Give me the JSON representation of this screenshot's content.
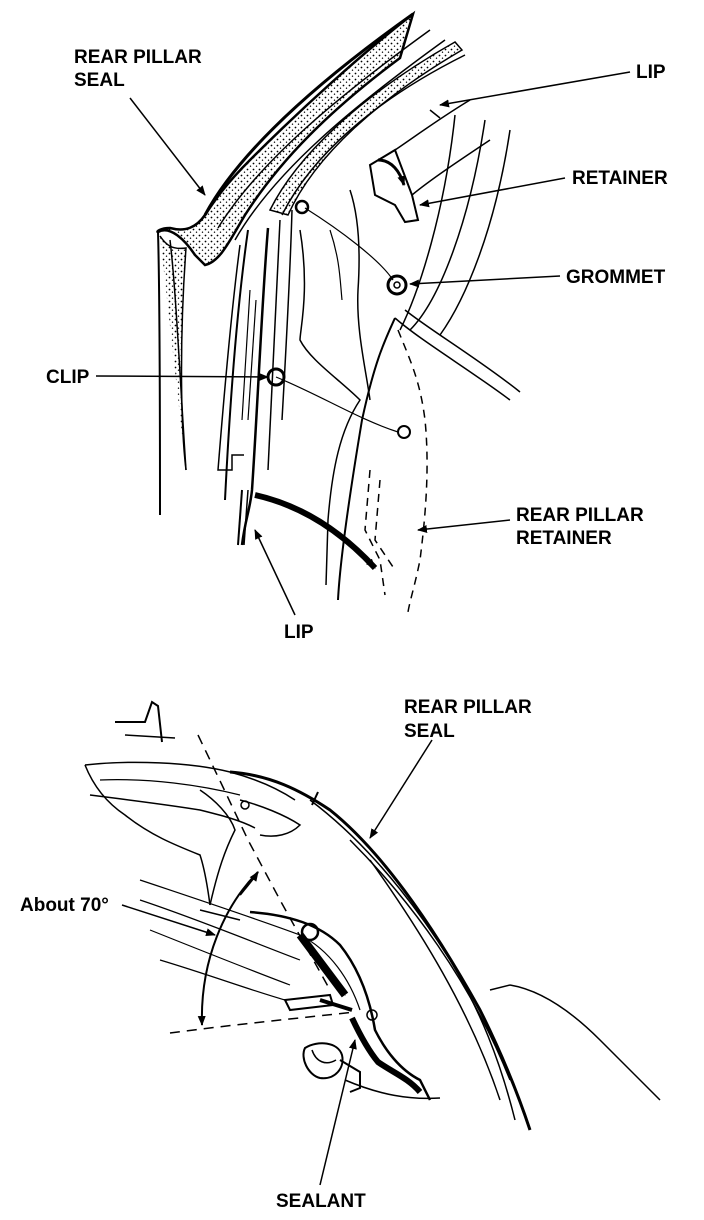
{
  "top_figure": {
    "labels": {
      "rear_pillar_seal": [
        "REAR PILLAR",
        "SEAL"
      ],
      "lip_top": "LIP",
      "retainer": "RETAINER",
      "grommet": "GROMMET",
      "clip": "CLIP",
      "rear_pillar_retainer": [
        "REAR PILLAR",
        "RETAINER"
      ],
      "lip_bottom": "LIP"
    }
  },
  "bottom_figure": {
    "labels": {
      "rear_pillar_seal": [
        "REAR PILLAR",
        "SEAL"
      ],
      "angle": "About 70°",
      "sealant": "SEALANT"
    }
  }
}
